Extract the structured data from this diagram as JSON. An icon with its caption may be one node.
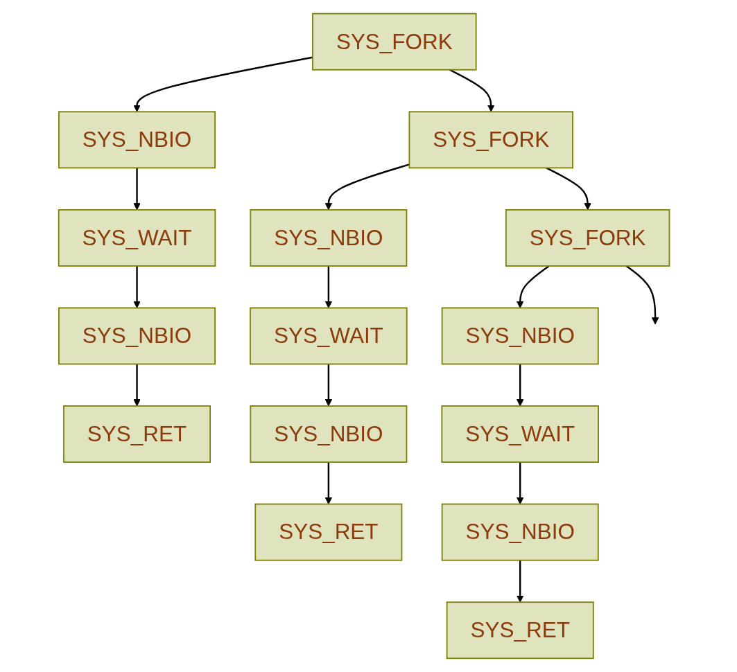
{
  "diagram": {
    "nodes": [
      {
        "text": [
          "SYS_FORK"
        ]
      },
      {
        "text": [
          "SYS_FORK"
        ]
      },
      {
        "text": [
          "SYS_NBIO"
        ]
      },
      {
        "text": [
          "SYS_WAIT"
        ]
      },
      {
        "text": [
          "SYS_NBIO"
        ]
      },
      {
        "text": [
          "SYS_RET"
        ]
      },
      {
        "text": [
          "SYS_FORK"
        ]
      },
      {
        "text": [
          "SYS_NBIO"
        ]
      },
      {
        "text": [
          "SYS_WAIT"
        ]
      },
      {
        "text": [
          "SYS_NBIO"
        ]
      },
      {
        "text": [
          "SYS_RET"
        ]
      },
      {
        "text": [
          "SYS_NBIO"
        ]
      },
      {
        "text": [
          "SYS_WAIT"
        ]
      },
      {
        "text": [
          "SYS_NBIO"
        ]
      },
      {
        "text": [
          "SYS_RET"
        ]
      }
    ],
    "edges": [
      {
        "from": 0,
        "to": 2,
        "arrow": "to"
      },
      {
        "from": 0,
        "to": 1,
        "arrow": "to"
      },
      {
        "from": 2,
        "to": 3,
        "arrow": "to"
      },
      {
        "from": 3,
        "to": 4,
        "arrow": "to"
      },
      {
        "from": 4,
        "to": 5,
        "arrow": "to"
      },
      {
        "from": 1,
        "to": 7,
        "arrow": "to"
      },
      {
        "from": 1,
        "to": 6,
        "arrow": "to"
      },
      {
        "from": 7,
        "to": 8,
        "arrow": "to"
      },
      {
        "from": 8,
        "to": 9,
        "arrow": "to"
      },
      {
        "from": 9,
        "to": 10,
        "arrow": "to"
      },
      {
        "from": 6,
        "to": 11,
        "arrow": "to"
      },
      {
        "from": 6,
        "to": null,
        "arrow": "to"
      },
      {
        "from": 11,
        "to": 12,
        "arrow": "to"
      },
      {
        "from": 12,
        "to": 13,
        "arrow": "to"
      },
      {
        "from": 13,
        "to": 14,
        "arrow": "to"
      }
    ]
  }
}
